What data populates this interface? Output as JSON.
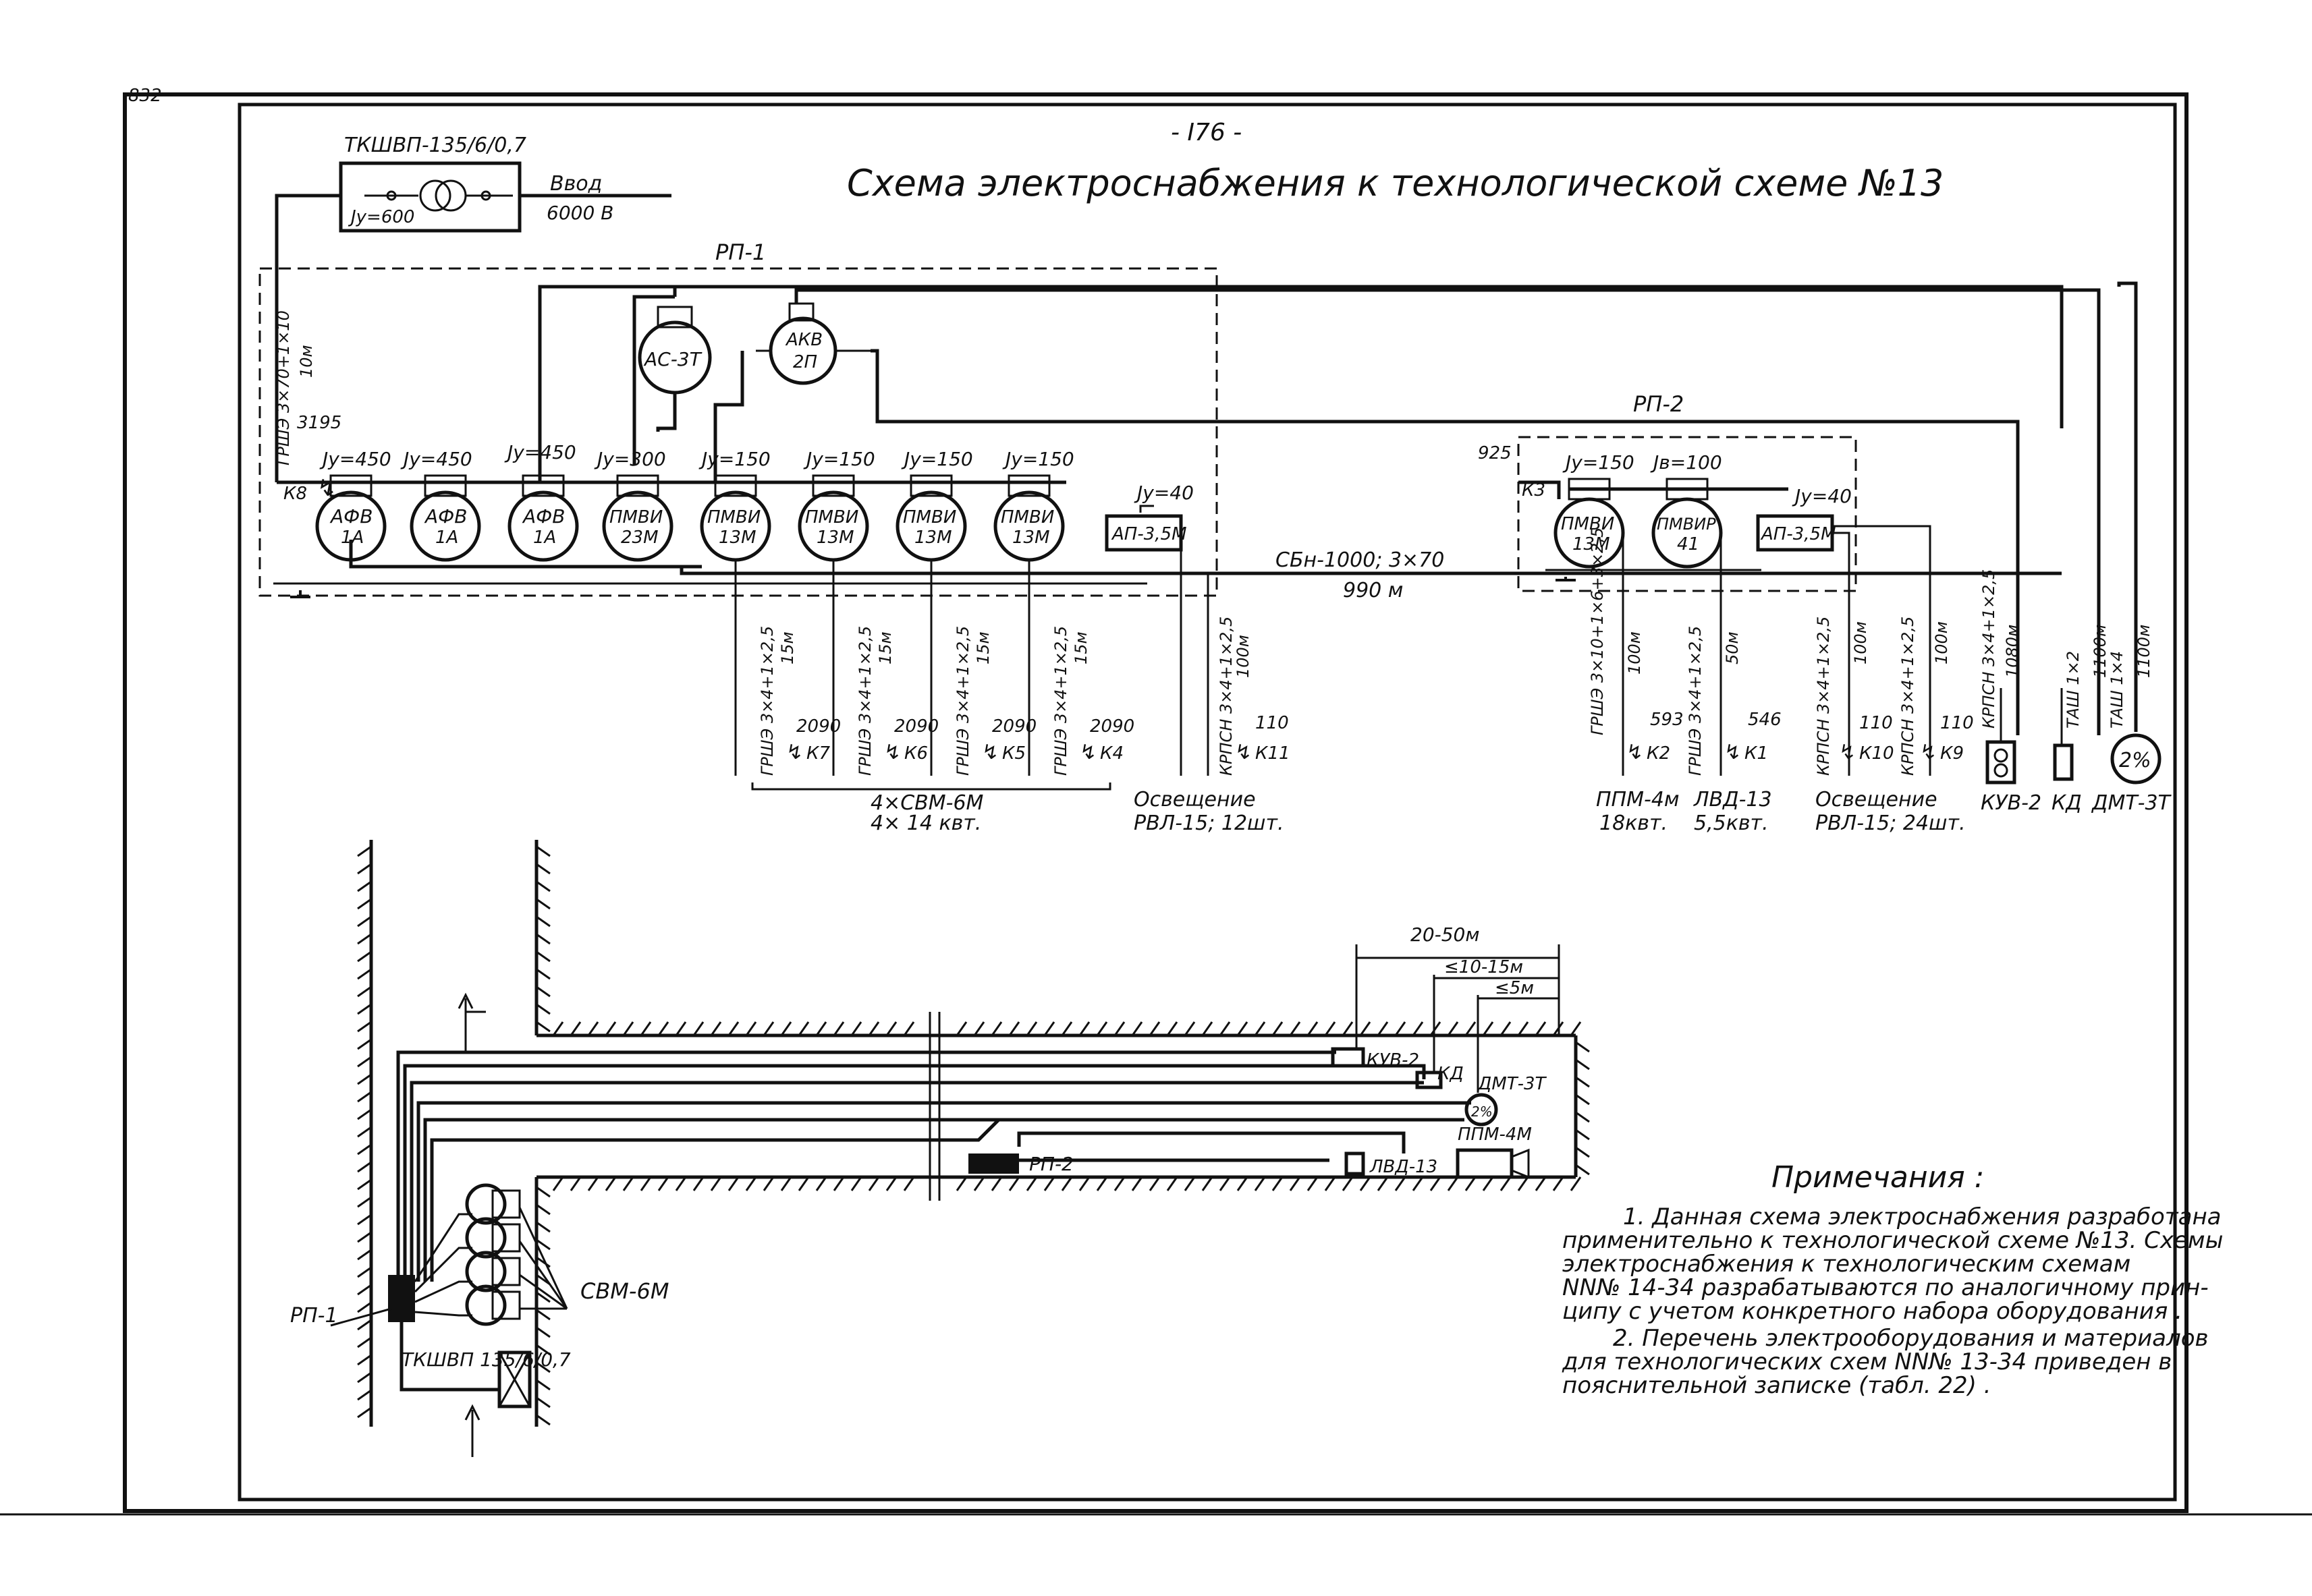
{
  "sheet": {
    "sheet_number": "832",
    "page_number": "- I76 -",
    "title": "Схема электроснабжения к технологической схеме №13"
  },
  "transformer": {
    "name": "ТКШВП-135/6/0,7",
    "setting": "Jу=600",
    "input_label": "Ввод",
    "input_voltage": "6000 В"
  },
  "rp1": {
    "label": "РП-1",
    "feeder_cable": "ГРШЭ 3×70+1×10",
    "feeder_length": "10м",
    "sc_current": "3195",
    "sc_point": "К8",
    "starters": [
      {
        "id": "afv1",
        "name": "АФВ",
        "sub": "1А",
        "setting": "Jу=450"
      },
      {
        "id": "afv2",
        "name": "АФВ",
        "sub": "1А",
        "setting": "Jу=450"
      },
      {
        "id": "afv3",
        "name": "АФВ",
        "sub": "1А",
        "setting": "Jу=450"
      },
      {
        "id": "pmvi1",
        "name": "ПМВИ",
        "sub": "23М",
        "setting": "Jу=300"
      },
      {
        "id": "pmvi2",
        "name": "ПМВИ",
        "sub": "13М",
        "setting": "Jу=150"
      },
      {
        "id": "pmvi3",
        "name": "ПМВИ",
        "sub": "13М",
        "setting": "Jу=150"
      },
      {
        "id": "pmvi4",
        "name": "ПМВИ",
        "sub": "13М",
        "setting": "Jу=150"
      },
      {
        "id": "pmvi5",
        "name": "ПМВИ",
        "sub": "13М",
        "setting": "Jу=150"
      },
      {
        "id": "ap1",
        "name": "АП-3,5М",
        "sub": "",
        "setting": "Jу=40"
      }
    ],
    "aux": [
      {
        "id": "as3t",
        "name": "АС-3Т"
      },
      {
        "id": "akv",
        "name": "АКВ",
        "sub": "2П"
      }
    ]
  },
  "trunk": {
    "cable": "СБн-1000; 3×70",
    "length": "990 м"
  },
  "rp2": {
    "label": "РП-2",
    "sc_current": "925",
    "sc_point": "К3",
    "starters": [
      {
        "id": "pmvi6",
        "name": "ПМВИ",
        "sub": "13М",
        "setting": "Jу=150"
      },
      {
        "id": "pmvir",
        "name": "ПМВИР",
        "sub": "41",
        "setting": "Jв=100"
      },
      {
        "id": "ap2",
        "name": "АП-3,5М",
        "sub": "",
        "setting": "Jу=40"
      }
    ]
  },
  "branches": [
    {
      "cable": "ГРШЭ 3×4+1×2,5",
      "length": "15м",
      "sc": "2090",
      "k": "К7"
    },
    {
      "cable": "ГРШЭ 3×4+1×2,5",
      "length": "15м",
      "sc": "2090",
      "k": "К6"
    },
    {
      "cable": "ГРШЭ 3×4+1×2,5",
      "length": "15м",
      "sc": "2090",
      "k": "К5"
    },
    {
      "cable": "ГРШЭ 3×4+1×2,5",
      "length": "15м",
      "sc": "2090",
      "k": "К4"
    },
    {
      "cable": "КРПСН 3×4+1×2,5",
      "length": "100м",
      "sc": "110",
      "k": "К11"
    },
    {
      "cable": "ГРШЭ 3×10+1×6+3×2,5",
      "length": "100м",
      "sc": "593",
      "k": "К2"
    },
    {
      "cable": "ГРШЭ 3×4+1×2,5",
      "length": "50м",
      "sc": "546",
      "k": "К1"
    },
    {
      "cable": "КРПСН 3×4+1×2,5",
      "length": "100м",
      "sc": "110",
      "k": "К10"
    },
    {
      "cable": "КРПСН 3×4+1×2,5",
      "length": "100м",
      "sc": "110",
      "k": "К9"
    },
    {
      "cable": "КРПСН 3×4+1×2,5",
      "length": "1080м",
      "sc": "",
      "k": ""
    },
    {
      "cable": "ТАШ 1×2",
      "length": "1100м",
      "sc": "",
      "k": ""
    },
    {
      "cable": "ТАШ 1×4",
      "length": "1100м",
      "sc": "",
      "k": ""
    }
  ],
  "loads": {
    "fans_line1": "4×СВМ-6М",
    "fans_line2": "4× 14 квт.",
    "light1_line1": "Освещение",
    "light1_line2": "РВЛ-15; 12шт.",
    "ppm_line1": "ППМ-4м",
    "ppm_line2": "18квт.",
    "lvd_line1": "ЛВД-13",
    "lvd_line2": "5,5квт.",
    "light2_line1": "Освещение",
    "light2_line2": "РВЛ-15; 24шт.",
    "kuv": "КУВ-2",
    "kd": "КД",
    "dmt": "ДМТ-3Т",
    "pct": "2%"
  },
  "plan": {
    "dim1": "20-50м",
    "dim2": "≤10-15м",
    "dim3": "≤5м",
    "kuv": "КУВ-2",
    "kd": "КД",
    "dmt": "ДМТ-3Т",
    "pct": "2%",
    "ppm": "ППМ-4М",
    "lvd": "ЛВД-13",
    "rp2": "РП-2",
    "rp1": "РП-1",
    "svm": "СВМ-6М",
    "transformer": "ТКШВП 135/6/0,7"
  },
  "notes": {
    "heading": "Примечания :",
    "lines": [
      "1. Данная схема электроснабжения разработана",
      "применительно к технологической схеме №13. Схемы",
      "электроснабжения к технологическим схемам",
      "NN№ 14-34 разрабатываются по аналогичному прин-",
      "ципу с учетом конкретного набора оборудования .",
      "2. Перечень электрооборудования и материалов",
      "для технологических схем NN№ 13-34 приведен в",
      "пояснительной записке (табл. 22) ."
    ]
  }
}
